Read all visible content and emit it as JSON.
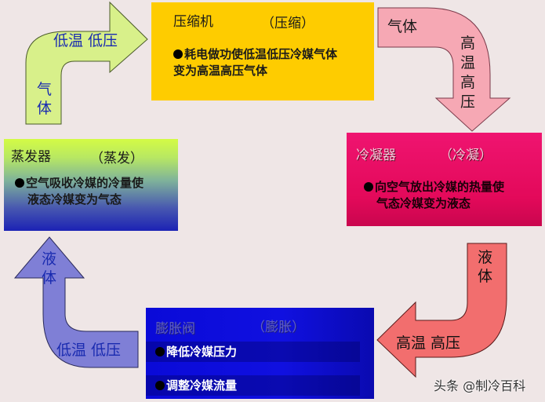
{
  "components": {
    "compressor": {
      "name": "压缩机",
      "process": "（压缩）",
      "description_lines": [
        "耗电做功使低温低压冷媒气体",
        "变为高温高压气体"
      ],
      "color": "#fecc00"
    },
    "condenser": {
      "name": "冷凝器",
      "process": "（冷凝）",
      "description_lines": [
        "向空气放出冷媒的热量使",
        "气态冷媒变为液态"
      ],
      "color": "#e8095f"
    },
    "evaporator": {
      "name": "蒸发器",
      "process": "（蒸发）",
      "description_lines": [
        "空气吸收冷媒的冷量使",
        "液态冷媒变为气态"
      ],
      "color_top": "#d4fb45",
      "color_bottom": "#1c22b4"
    },
    "expansion_valve": {
      "name": "膨胀阀",
      "process": "（膨胀）",
      "description_items": [
        "降低冷媒压力",
        "调整冷媒流量"
      ],
      "color": "#0a0ad8"
    }
  },
  "arrows": {
    "evaporator_to_compressor": {
      "state": "气体",
      "condition": "低温 低压",
      "color": "#d8f08a"
    },
    "compressor_to_condenser": {
      "state": "气体",
      "condition": "高温高压",
      "color": "#f6a8b4"
    },
    "condenser_to_expansion": {
      "state": "液体",
      "condition": "高温 高压",
      "color": "#f26e6e"
    },
    "expansion_to_evaporator": {
      "state": "液体",
      "condition": "低温 低压",
      "color": "#7f7fd6"
    }
  },
  "bullet_symbol": "●",
  "watermark": "头条 @制冷百科"
}
